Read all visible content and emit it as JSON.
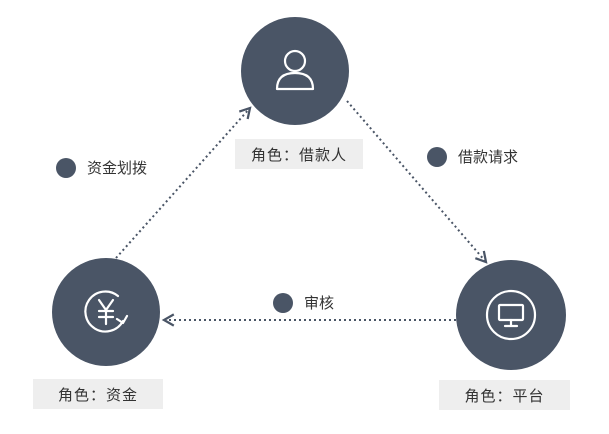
{
  "nodes": {
    "borrower": {
      "label": "角色：借款人",
      "icon": "user-icon"
    },
    "funder": {
      "label": "角色：资金",
      "icon": "yuan-refresh-icon"
    },
    "platform": {
      "label": "角色：平台",
      "icon": "monitor-icon"
    }
  },
  "edges": {
    "funds_transfer": "资金划拨",
    "loan_request": "借款请求",
    "review": "审核"
  },
  "colors": {
    "node_fill": "#4a5566",
    "label_bg": "#eeeeee",
    "text": "#333333",
    "arrow": "#4a5566"
  }
}
